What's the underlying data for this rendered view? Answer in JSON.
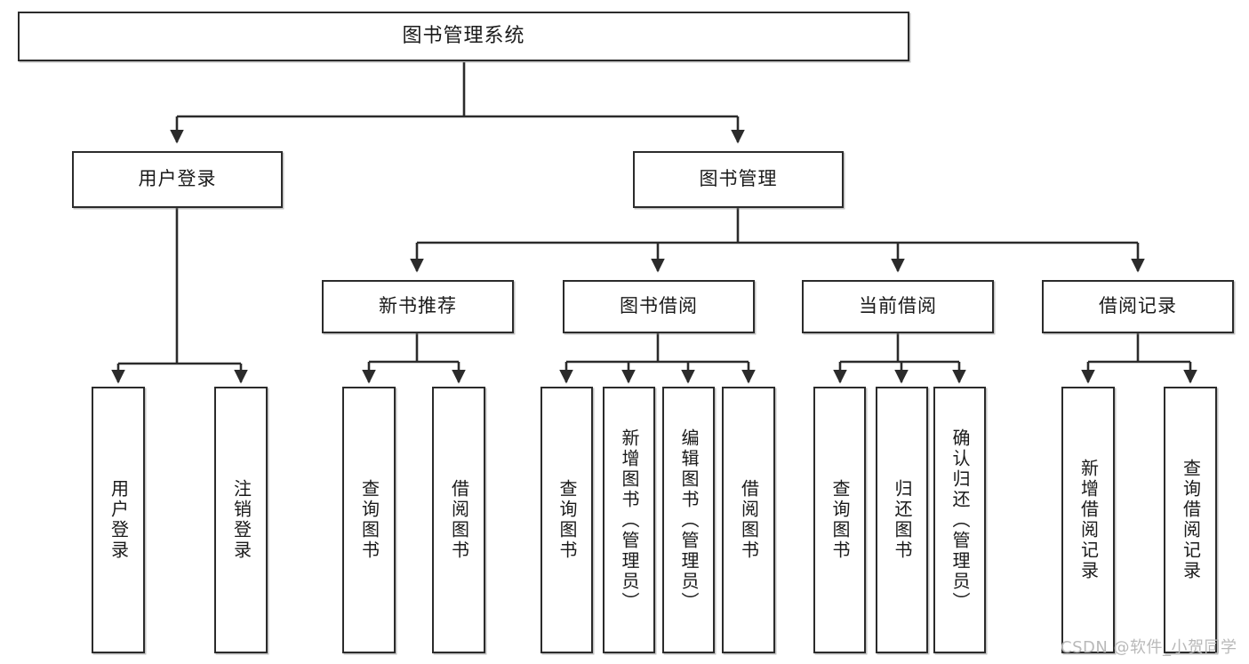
{
  "diagram": {
    "title": "图书管理系统",
    "type": "tree-hierarchy",
    "style": {
      "border_color": "#2b2b2b",
      "fill_color": "#ffffff",
      "edge_color": "#2b2b2b",
      "text_color": "#1a1a1a",
      "watermark_color": "#b9b9b9"
    },
    "watermark": "CSDN @软件_小贺同学",
    "nodes": {
      "root": {
        "label": "图书管理系统"
      },
      "level1": [
        {
          "id": "user-login",
          "label": "用户登录"
        },
        {
          "id": "book-manage",
          "label": "图书管理"
        }
      ],
      "level2": [
        {
          "id": "new-book-rec",
          "label": "新书推荐"
        },
        {
          "id": "book-borrow",
          "label": "图书借阅"
        },
        {
          "id": "current-borrow",
          "label": "当前借阅"
        },
        {
          "id": "borrow-record",
          "label": "借阅记录"
        }
      ],
      "leaves": {
        "user_login": [
          {
            "id": "leaf-user-login",
            "label": "用户登录"
          },
          {
            "id": "leaf-logout",
            "label": "注销登录"
          }
        ],
        "new_book_rec": [
          {
            "id": "leaf-query-book-1",
            "label": "查询图书"
          },
          {
            "id": "leaf-borrow-book-1",
            "label": "借阅图书"
          }
        ],
        "book_borrow": [
          {
            "id": "leaf-query-book-2",
            "label": "查询图书"
          },
          {
            "id": "leaf-add-book",
            "label": "新增图书（管理员）"
          },
          {
            "id": "leaf-edit-book",
            "label": "编辑图书（管理员）"
          },
          {
            "id": "leaf-borrow-book-2",
            "label": "借阅图书"
          }
        ],
        "current_borrow": [
          {
            "id": "leaf-query-book-3",
            "label": "查询图书"
          },
          {
            "id": "leaf-return-book",
            "label": "归还图书"
          },
          {
            "id": "leaf-confirm-return",
            "label": "确认归还（管理员）"
          }
        ],
        "borrow_record": [
          {
            "id": "leaf-add-record",
            "label": "新增借阅记录"
          },
          {
            "id": "leaf-query-record",
            "label": "查询借阅记录"
          }
        ]
      }
    }
  }
}
